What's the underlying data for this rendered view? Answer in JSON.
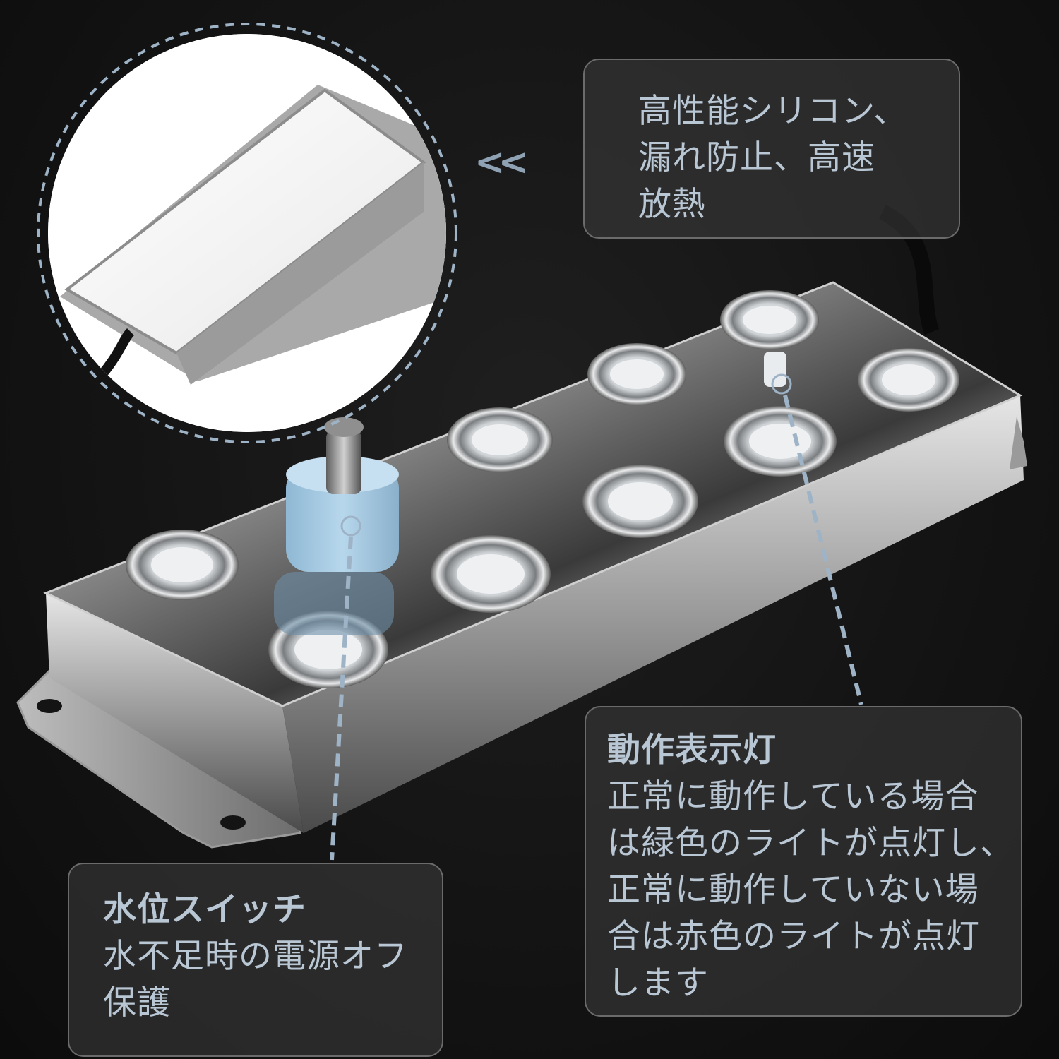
{
  "callouts": {
    "top": {
      "lines": [
        "高性能シリコン、",
        "漏れ防止、高速",
        "放熱"
      ]
    },
    "left": {
      "title": "水位スイッチ",
      "lines": [
        "水不足時の電源オフ",
        "保護"
      ]
    },
    "right": {
      "title": "動作表示灯",
      "lines": [
        "正常に動作している場合",
        "は緑色のライトが点灯し、",
        "正常に動作していない場",
        "合は赤色のライトが点灯",
        "します"
      ]
    }
  },
  "arrow_glyph": "<<",
  "colors": {
    "background": "#141414",
    "callout_text": "#b9c7d4",
    "dashed_line": "#9eb3c6",
    "float_switch": "#a9cde6",
    "steel": "#c9c9c9"
  },
  "icons": [
    "magnifier-circle-icon",
    "leader-line-icon",
    "double-chevron-left-icon"
  ]
}
